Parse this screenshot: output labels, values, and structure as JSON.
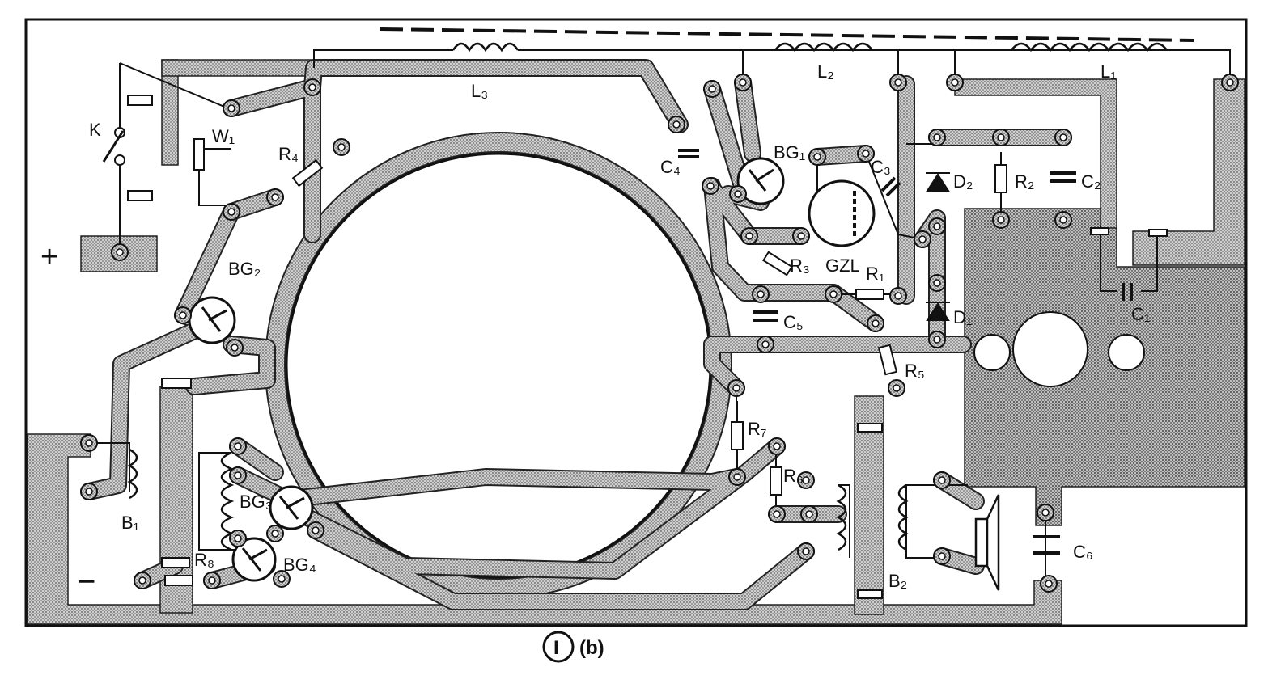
{
  "board": {
    "sign_plus": "+",
    "sign_minus": "−",
    "caption_numeral": "I",
    "caption_tag": "(b)"
  },
  "labels": {
    "K": "K",
    "W1": "W₁",
    "R4": "R₄",
    "BG2": "BG₂",
    "L3": "L₃",
    "L2": "L₂",
    "L1": "L₁",
    "C4": "C₄",
    "BG1": "BG₁",
    "C3": "C₃",
    "D2": "D₂",
    "R2": "R₂",
    "C2": "C₂",
    "GZL": "GZL",
    "R3": "R₃",
    "R1": "R₁",
    "C5": "C₅",
    "D1": "D₁",
    "C1": "C₁",
    "R5": "R₅",
    "R7": "R₇",
    "R6": "R₆",
    "B1": "B₁",
    "BG3": "BG₃",
    "BG4": "BG₄",
    "R8": "R₈",
    "B2": "B₂",
    "C6": "C₆"
  },
  "colors": {
    "ink": "#111111",
    "copper": "#b8b8b8",
    "ground_plane": "#c4c4c4",
    "paper": "#ffffff"
  }
}
